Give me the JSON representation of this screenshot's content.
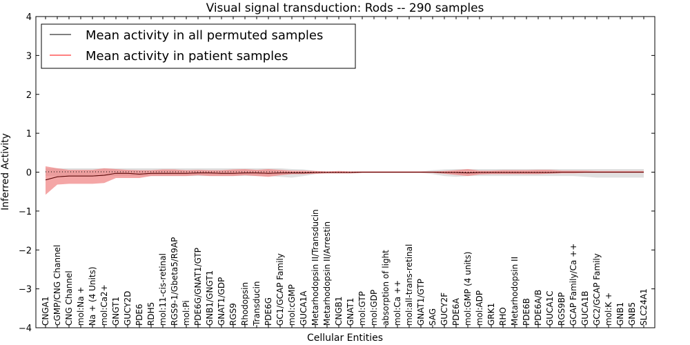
{
  "chart_data": {
    "type": "line",
    "title": "Visual signal transduction: Rods -- 290 samples",
    "xlabel": "Cellular Entities",
    "ylabel": "Inferred Activity",
    "ylim": [
      -4,
      4
    ],
    "yticks": [
      -4,
      -3,
      -2,
      -1,
      0,
      1,
      2,
      3,
      4
    ],
    "ytick_labels": [
      "−4",
      "−3",
      "−2",
      "−1",
      "0",
      "1",
      "2",
      "3",
      "4"
    ],
    "grid": false,
    "legend_position": "top-left",
    "categories": [
      "CNGA1",
      "cGMP/CNG Channel",
      "CNG Channel",
      "mol:Na +",
      "Na + (4 Units)",
      "mol:Ca2+",
      "GNGT1",
      "GUCY2D",
      "PDE6",
      "RDH5",
      "mol:11-cis-retinal",
      "RGS9-1/Gbeta5/R9AP",
      "mol:Pi",
      "PDE6G/GNAT1/GTP",
      "GNB1/GNGT1",
      "GNAT1/GDP",
      "RGS9",
      "Rhodopsin",
      "Transducin",
      "PDE6G",
      "GC1/GCAP Family",
      "mol:cGMP",
      "GUCA1A",
      "Metarhodopsin II/Transducin",
      "Metarhodopsin II/Arrestin",
      "CNGB1",
      "GNAT1",
      "mol:GTP",
      "mol:GDP",
      "absorption of light",
      "mol:Ca ++",
      "mol:all-trans-retinal",
      "GNAT1/GTP",
      "SAG",
      "GUCY2F",
      "PDE6A",
      "mol:GMP (4 units)",
      "mol:ADP",
      "GRK1",
      "RHO",
      "Metarhodopsin II",
      "PDE6B",
      "PDE6A/B",
      "GUCA1C",
      "RGS9BP",
      "GCAP Family/Ca ++",
      "GUCA1B",
      "GC2/GCAP Family",
      "mol:K +",
      "GNB1",
      "GNB5",
      "SLC24A1"
    ],
    "series": [
      {
        "name": "Mean activity in all permuted samples",
        "color": "#000000",
        "style": "dotted",
        "values": [
          0.01,
          0.01,
          0.01,
          0.01,
          0.01,
          0.01,
          0.01,
          0.01,
          0.01,
          0.01,
          0.01,
          0.01,
          0.01,
          0.01,
          0.01,
          0.01,
          0.01,
          0.01,
          0.01,
          0.01,
          0.01,
          0.0,
          0.0,
          0.0,
          0.0,
          0.0,
          0.0,
          0.0,
          0.0,
          0.0,
          0.0,
          0.0,
          0.0,
          0.0,
          0.0,
          0.0,
          0.0,
          0.0,
          0.0,
          0.0,
          0.0,
          0.0,
          0.0,
          0.0,
          0.0,
          0.0,
          0.0,
          0.0,
          0.0,
          0.0,
          0.0,
          0.0
        ],
        "band_low": [
          -0.1,
          -0.1,
          -0.1,
          -0.1,
          -0.1,
          -0.1,
          -0.1,
          -0.1,
          -0.1,
          -0.1,
          -0.1,
          -0.1,
          -0.1,
          -0.1,
          -0.1,
          -0.1,
          -0.1,
          -0.1,
          -0.1,
          -0.1,
          -0.12,
          -0.14,
          -0.1,
          -0.05,
          -0.02,
          -0.02,
          -0.02,
          -0.02,
          -0.02,
          -0.02,
          -0.02,
          -0.02,
          -0.02,
          -0.05,
          -0.1,
          -0.12,
          -0.1,
          -0.1,
          -0.1,
          -0.1,
          -0.1,
          -0.1,
          -0.1,
          -0.1,
          -0.1,
          -0.1,
          -0.12,
          -0.14,
          -0.14,
          -0.14,
          -0.14,
          -0.14
        ],
        "band_high": [
          0.1,
          0.1,
          0.1,
          0.1,
          0.1,
          0.1,
          0.1,
          0.1,
          0.1,
          0.1,
          0.1,
          0.1,
          0.1,
          0.1,
          0.1,
          0.1,
          0.1,
          0.1,
          0.1,
          0.1,
          0.1,
          0.08,
          0.07,
          0.03,
          0.02,
          0.02,
          0.02,
          0.02,
          0.02,
          0.02,
          0.02,
          0.02,
          0.02,
          0.05,
          0.07,
          0.08,
          0.08,
          0.08,
          0.08,
          0.08,
          0.08,
          0.08,
          0.08,
          0.08,
          0.08,
          0.08,
          0.08,
          0.08,
          0.08,
          0.08,
          0.08,
          0.08
        ]
      },
      {
        "name": "Mean activity in patient samples",
        "color": "#ff0000",
        "band_color": "#f08080",
        "values": [
          -0.2,
          -0.12,
          -0.1,
          -0.1,
          -0.1,
          -0.08,
          -0.03,
          -0.03,
          -0.05,
          -0.03,
          -0.03,
          -0.03,
          -0.03,
          -0.02,
          -0.02,
          -0.03,
          -0.03,
          -0.02,
          -0.02,
          -0.03,
          -0.02,
          -0.02,
          -0.02,
          -0.01,
          -0.01,
          -0.01,
          -0.01,
          0.0,
          0.0,
          0.0,
          0.0,
          0.0,
          0.0,
          0.0,
          -0.01,
          -0.01,
          -0.02,
          -0.01,
          -0.01,
          -0.01,
          -0.01,
          -0.01,
          -0.01,
          -0.01,
          0.0,
          0.0,
          0.0,
          0.0,
          0.0,
          0.0,
          0.0,
          0.0
        ],
        "band_low": [
          -0.58,
          -0.32,
          -0.3,
          -0.3,
          -0.3,
          -0.28,
          -0.15,
          -0.15,
          -0.15,
          -0.1,
          -0.1,
          -0.1,
          -0.1,
          -0.08,
          -0.1,
          -0.1,
          -0.1,
          -0.08,
          -0.1,
          -0.12,
          -0.08,
          -0.05,
          -0.05,
          -0.04,
          -0.03,
          -0.03,
          -0.03,
          -0.02,
          -0.02,
          -0.02,
          -0.02,
          -0.02,
          -0.02,
          -0.02,
          -0.04,
          -0.07,
          -0.1,
          -0.06,
          -0.05,
          -0.05,
          -0.05,
          -0.05,
          -0.05,
          -0.04,
          -0.03,
          -0.03,
          -0.02,
          -0.02,
          -0.02,
          -0.02,
          -0.02,
          -0.02
        ],
        "band_high": [
          0.15,
          0.1,
          0.06,
          0.06,
          0.06,
          0.1,
          0.08,
          0.06,
          0.05,
          0.05,
          0.07,
          0.07,
          0.05,
          0.06,
          0.05,
          0.05,
          0.07,
          0.08,
          0.06,
          0.08,
          0.06,
          0.04,
          0.04,
          0.03,
          0.02,
          0.03,
          0.02,
          0.02,
          0.02,
          0.02,
          0.02,
          0.02,
          0.02,
          0.02,
          0.03,
          0.05,
          0.08,
          0.04,
          0.04,
          0.05,
          0.05,
          0.05,
          0.06,
          0.06,
          0.04,
          0.04,
          0.04,
          0.03,
          0.03,
          0.03,
          0.03,
          0.03
        ]
      }
    ]
  }
}
